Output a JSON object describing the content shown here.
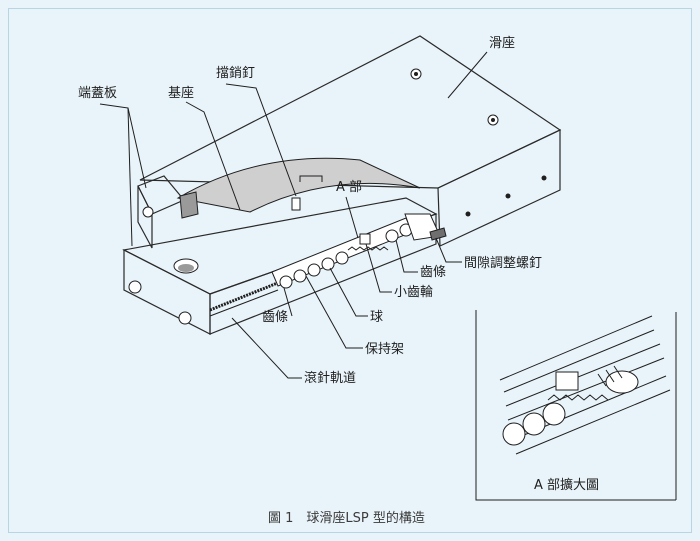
{
  "labels": {
    "slide_seat": "滑座",
    "end_cover": "端蓋板",
    "base": "基座",
    "stop_pin": "擋銷釘",
    "part_a": "A 部",
    "gap_screw": "間隙調整螺釘",
    "rack_right": "齒條",
    "pinion": "小齒輪",
    "ball": "球",
    "rack_left": "齒條",
    "retainer": "保持架",
    "needle_track": "滾針軌道",
    "enlarged": "A 部擴大圖"
  },
  "caption": "圖 1　球滑座LSP 型的構造",
  "colors": {
    "background": "#e9f4fa",
    "line": "#1f1f1f",
    "fill_light": "#ffffff",
    "fill_shade": "#cfcfcf"
  }
}
